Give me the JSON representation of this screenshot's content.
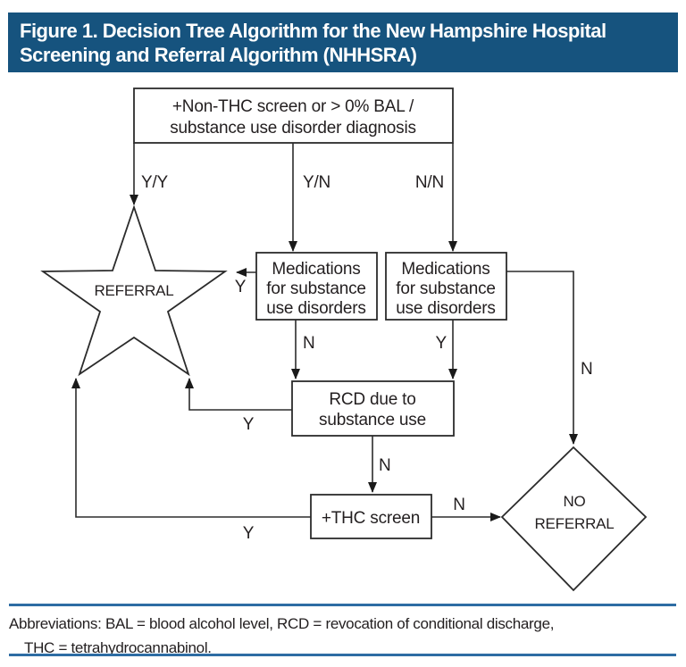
{
  "title": {
    "line1": "Figure 1. Decision Tree Algorithm for the New Hampshire Hospital",
    "line2": "Screening and Referral Algorithm (NHHSRA)"
  },
  "colors": {
    "header_bg": "#16537E",
    "header_text": "#FFFFFF",
    "rule_blue": "#2E6DA4",
    "diagram_line": "#2B2B2B",
    "diagram_text": "#231F20"
  },
  "nodes": {
    "screen": {
      "line1": "+Non-THC screen or > 0% BAL /",
      "line2": "substance use disorder diagnosis"
    },
    "meds_left": {
      "line1": "Medications",
      "line2": "for substance",
      "line3": "use disorders"
    },
    "meds_right": {
      "line1": "Medications",
      "line2": "for substance",
      "line3": "use disorders"
    },
    "rcd": {
      "line1": "RCD due to",
      "line2": "substance use"
    },
    "thc": {
      "label": "+THC screen"
    },
    "referral": {
      "label": "REFERRAL"
    },
    "no_referral": {
      "line1": "NO",
      "line2": "REFERRAL"
    }
  },
  "edge_labels": {
    "screen_to_referral": "Y/Y",
    "screen_to_meds_left": "Y/N",
    "screen_to_meds_right": "N/N",
    "meds_left_to_referral": "Y",
    "meds_left_to_rcd": "N",
    "meds_right_to_rcd": "Y",
    "meds_right_to_no_referral": "N",
    "rcd_to_referral": "Y",
    "rcd_to_thc": "N",
    "thc_to_no_referral": "N",
    "thc_to_referral": "Y"
  },
  "footer": {
    "line1": "Abbreviations: BAL = blood alcohol level, RCD = revocation of conditional discharge,",
    "line2": "THC = tetrahydrocannabinol."
  }
}
